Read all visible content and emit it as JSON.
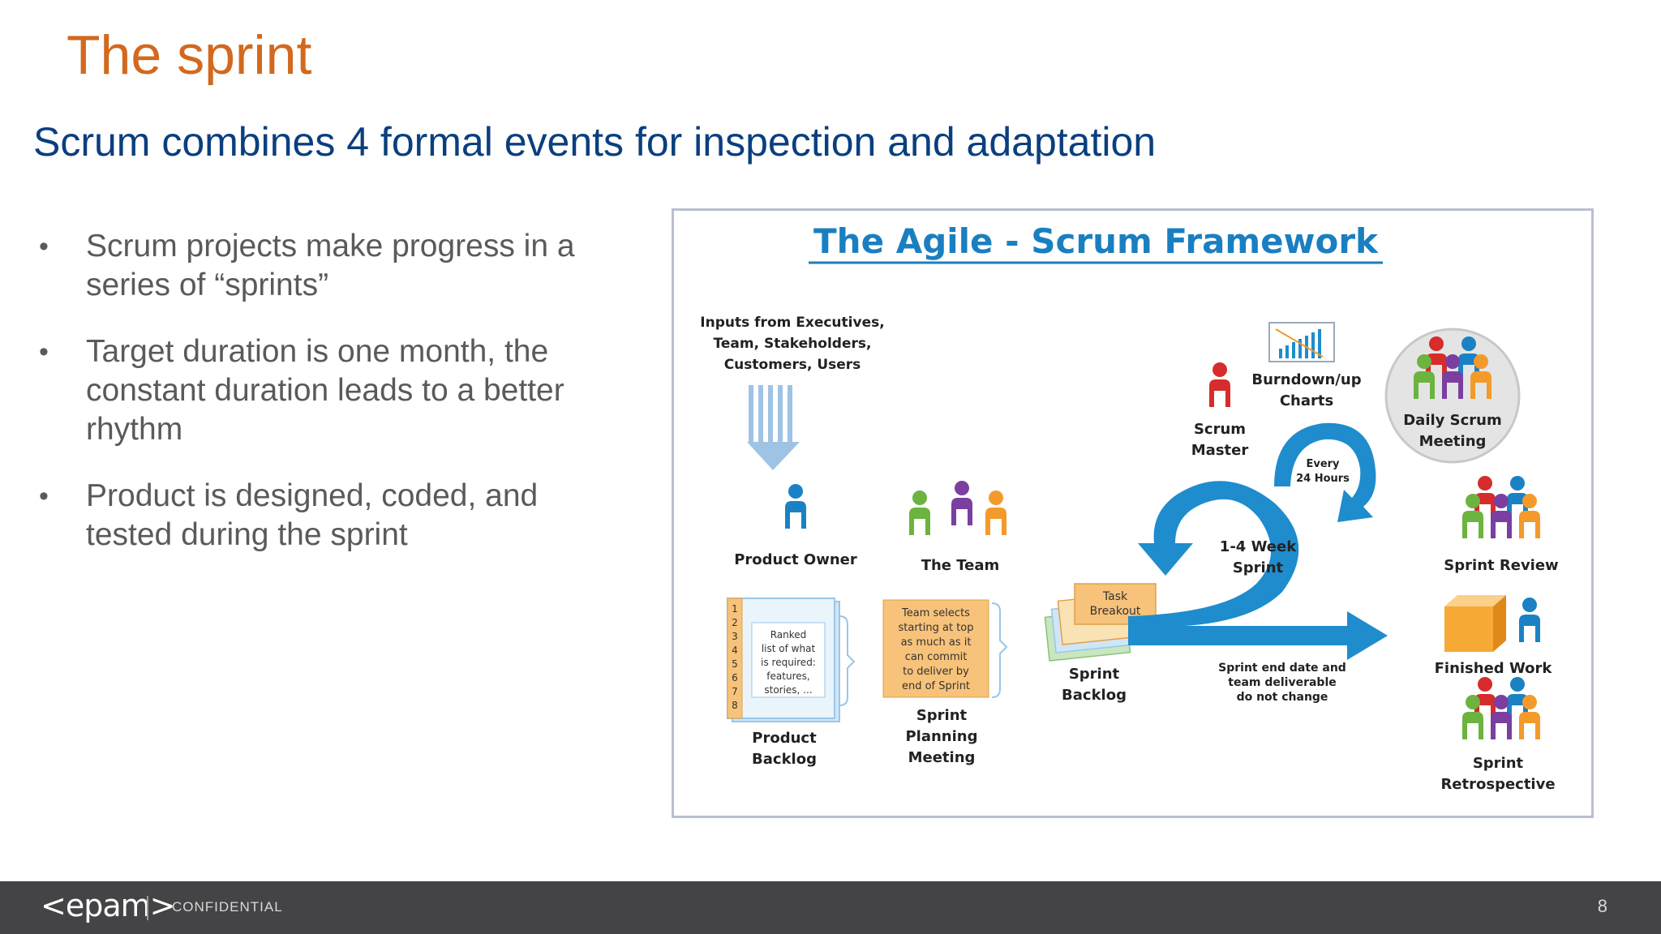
{
  "slide": {
    "title": "The sprint",
    "subtitle": "Scrum combines 4 formal events for inspection and adaptation",
    "bullets": [
      "Scrum projects make progress in a series of “sprints”",
      "Target duration is one month, the constant duration leads to a better rhythm",
      "Product is designed, coded, and tested during the sprint"
    ],
    "bullet_glyph": "•"
  },
  "figure": {
    "title": "The Agile - Scrum Framework",
    "inputs": [
      "Inputs from Executives,",
      "Team, Stakeholders,",
      "Customers, Users"
    ],
    "product_owner": "Product Owner",
    "the_team": "The Team",
    "backlog_numbers": [
      "1",
      "2",
      "3",
      "4",
      "5",
      "6",
      "7",
      "8"
    ],
    "backlog_note": [
      "Ranked",
      "list of what",
      "is required:",
      "features,",
      "stories, ..."
    ],
    "product_backlog": [
      "Product",
      "Backlog"
    ],
    "team_selects": [
      "Team selects",
      "starting at top",
      "as much as it",
      "can commit",
      "to deliver by",
      "end of Sprint"
    ],
    "sprint_planning": [
      "Sprint",
      "Planning",
      "Meeting"
    ],
    "task_breakout": [
      "Task",
      "Breakout"
    ],
    "sprint_backlog": [
      "Sprint",
      "Backlog"
    ],
    "scrum_master": [
      "Scrum",
      "Master"
    ],
    "burndown": [
      "Burndown/up",
      "Charts"
    ],
    "daily_scrum": [
      "Daily Scrum",
      "Meeting"
    ],
    "every_24": [
      "Every",
      "24 Hours"
    ],
    "week_sprint": [
      "1-4 Week",
      "Sprint"
    ],
    "sprint_end": [
      "Sprint end date and",
      "team deliverable",
      "do not change"
    ],
    "sprint_review": "Sprint Review",
    "finished_work": "Finished Work",
    "sprint_retro": [
      "Sprint",
      "Retrospective"
    ],
    "colors": {
      "title_blue": "#1a7fc1",
      "arrow_blue": "#1f8ccd",
      "person_red": "#d62c2c",
      "person_green": "#6cb33f",
      "person_purple": "#7a3fa0",
      "person_orange": "#f39a2b",
      "person_blue": "#1a82c4",
      "box_orange": "#f7c27a"
    }
  },
  "footer": {
    "logo": "<epam>",
    "confidential": "CONFIDENTIAL",
    "page": "8"
  }
}
